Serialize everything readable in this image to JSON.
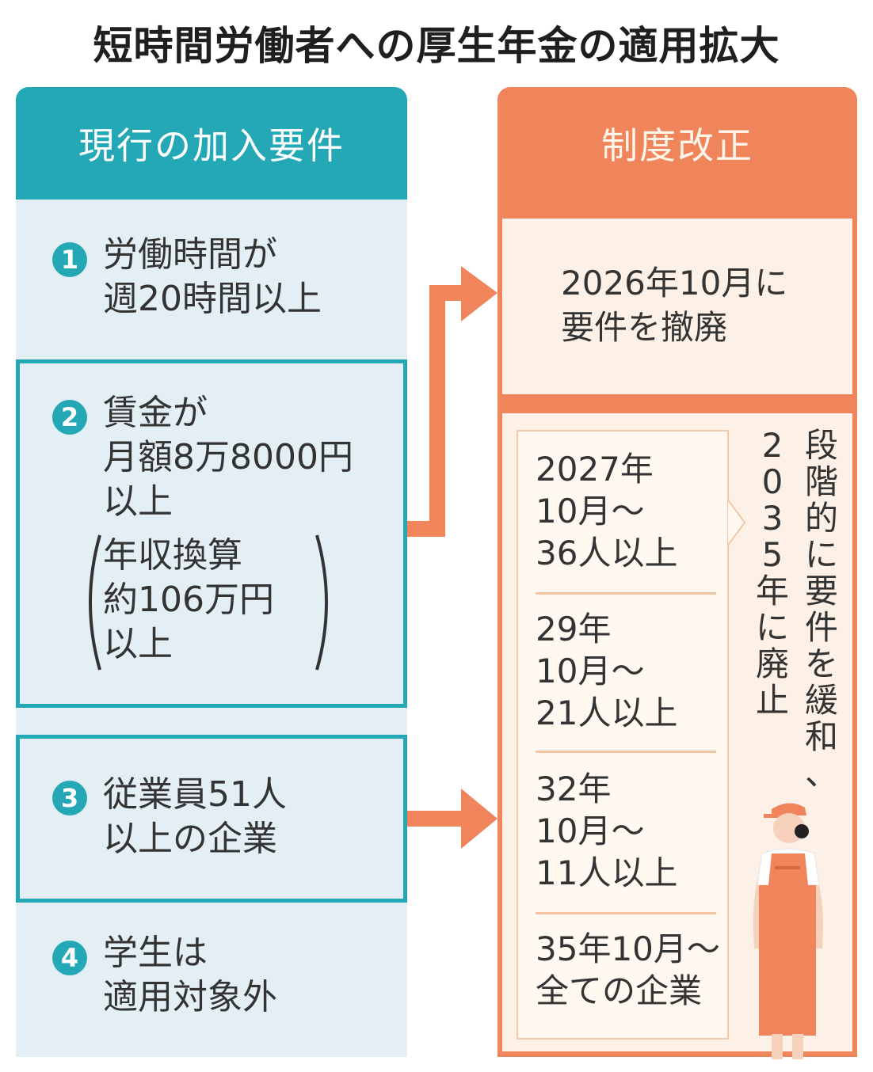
{
  "title": "短時間労働者への厚生年金の適用拡大",
  "left": {
    "header": "現行の加入要件",
    "requirements": [
      {
        "num": "1",
        "lines": [
          "労働時間が",
          "週20時間以上"
        ]
      },
      {
        "num": "2",
        "lines": [
          "賃金が",
          "月額8万8000円",
          "以上"
        ],
        "paren_lines": [
          "年収換算",
          "約106万円",
          "以上"
        ]
      },
      {
        "num": "3",
        "lines": [
          "従業員51人",
          "以上の企業"
        ]
      },
      {
        "num": "4",
        "lines": [
          "学生は",
          "適用対象外"
        ]
      }
    ]
  },
  "right": {
    "header": "制度改正",
    "abolish": [
      "2026年10月に",
      "要件を撤廃"
    ],
    "stages": [
      {
        "lines": [
          "2027年",
          "10月～",
          "36人以上"
        ]
      },
      {
        "lines": [
          "29年",
          "10月～",
          "21人以上"
        ]
      },
      {
        "lines": [
          "32年",
          "10月～",
          "11人以上"
        ]
      },
      {
        "lines": [
          "35年10月～",
          "全ての企業"
        ]
      }
    ],
    "vertical_col1": "段階的に要件を緩和、",
    "vertical_col2": "2035年に廃止"
  },
  "colors": {
    "teal": "#25a8b5",
    "orange": "#f0845a",
    "light_blue": "#e3eff5",
    "cream": "#fdf0e6"
  },
  "icons": {
    "arrow": "right-arrow-icon",
    "worker": "worker-illustration"
  }
}
